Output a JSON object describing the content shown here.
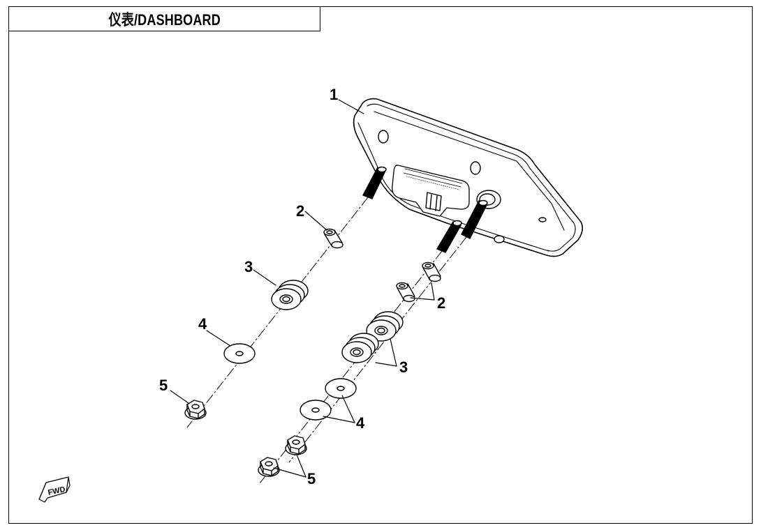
{
  "title": "仪表/DASHBOARD",
  "fwd_label": "FWD",
  "callouts": {
    "part1": "1",
    "part2_single": "2",
    "part2_pair": "2",
    "part3_single": "3",
    "part3_pair": "3",
    "part4_single": "4",
    "part4_pair": "4",
    "part5_single": "5",
    "part5_pair": "5"
  }
}
